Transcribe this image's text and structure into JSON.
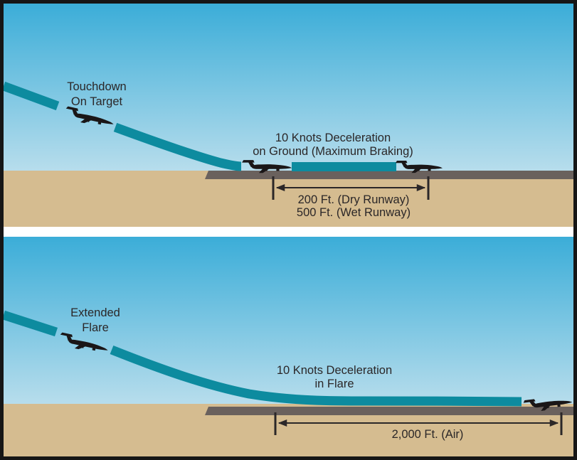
{
  "figure": {
    "panels": {
      "top": {
        "path_label_line1": "Touchdown",
        "path_label_line2": "On Target",
        "decel_label_line1": "10 Knots Deceleration",
        "decel_label_line2": "on Ground (Maximum Braking)",
        "distance_label_line1": "200 Ft. (Dry Runway)",
        "distance_label_line2": "500 Ft. (Wet Runway)"
      },
      "bottom": {
        "path_label_line1": "Extended",
        "path_label_line2": "Flare",
        "decel_label_line1": "10 Knots Deceleration",
        "decel_label_line2": "in Flare",
        "distance_label_line1": "2,000 Ft. (Air)"
      }
    },
    "colors": {
      "sky_top": "#3badd8",
      "sky_bottom": "#b7ddec",
      "ground": "#d5bc90",
      "runway": "#6a615d",
      "glide_path": "#0d8b9f",
      "aircraft": "#1a1617",
      "text": "#2b2728",
      "divider": "#ffffff",
      "frame": "#161616"
    }
  }
}
